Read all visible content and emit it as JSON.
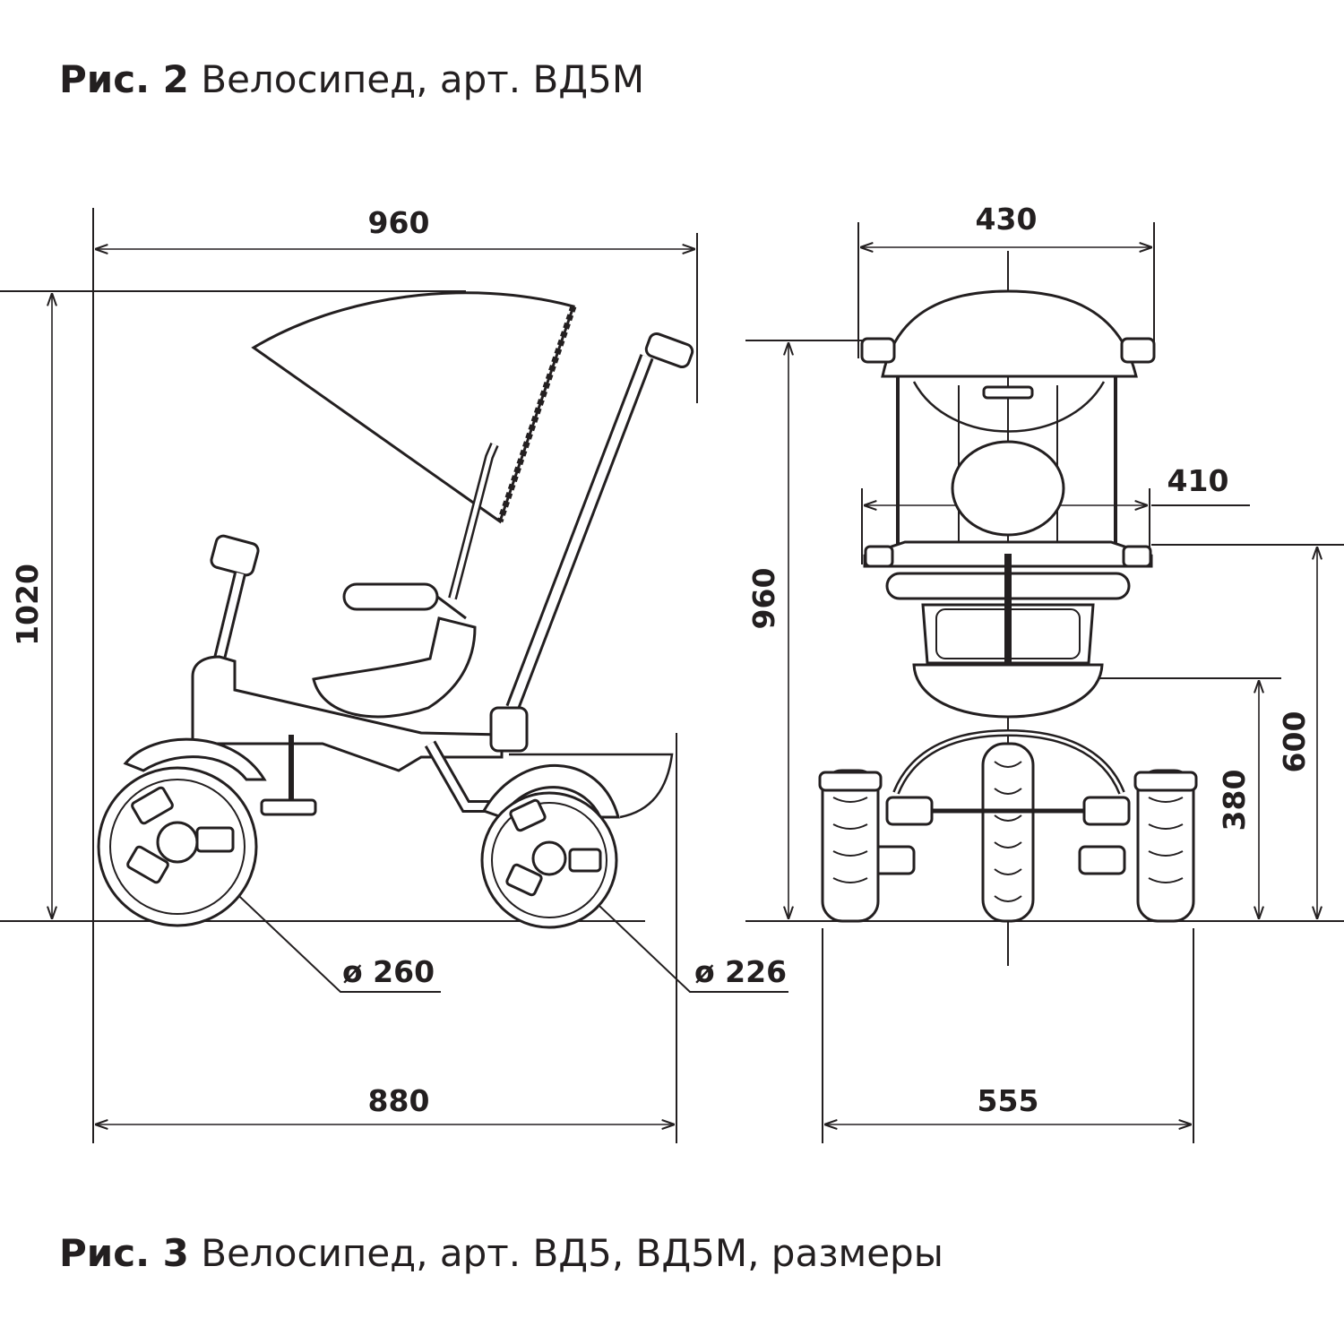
{
  "captions": {
    "top": {
      "fig": "Рис. 2",
      "text": "Велосипед, арт. ВД5М"
    },
    "bottom": {
      "fig": "Рис. 3",
      "text": "Велосипед, арт. ВД5, ВД5М, размеры"
    }
  },
  "side_view": {
    "overall_length": "960",
    "height": "1020",
    "wheelbase_length": "880",
    "front_wheel_diameter": "ø 260",
    "rear_wheel_diameter": "ø 226"
  },
  "front_view": {
    "canopy_width": "430",
    "handlebar_width": "410",
    "height": "960",
    "handlebar_height": "600",
    "seat_height": "380",
    "track_width": "555"
  },
  "colors": {
    "ink": "#231f20",
    "background": "#ffffff"
  }
}
